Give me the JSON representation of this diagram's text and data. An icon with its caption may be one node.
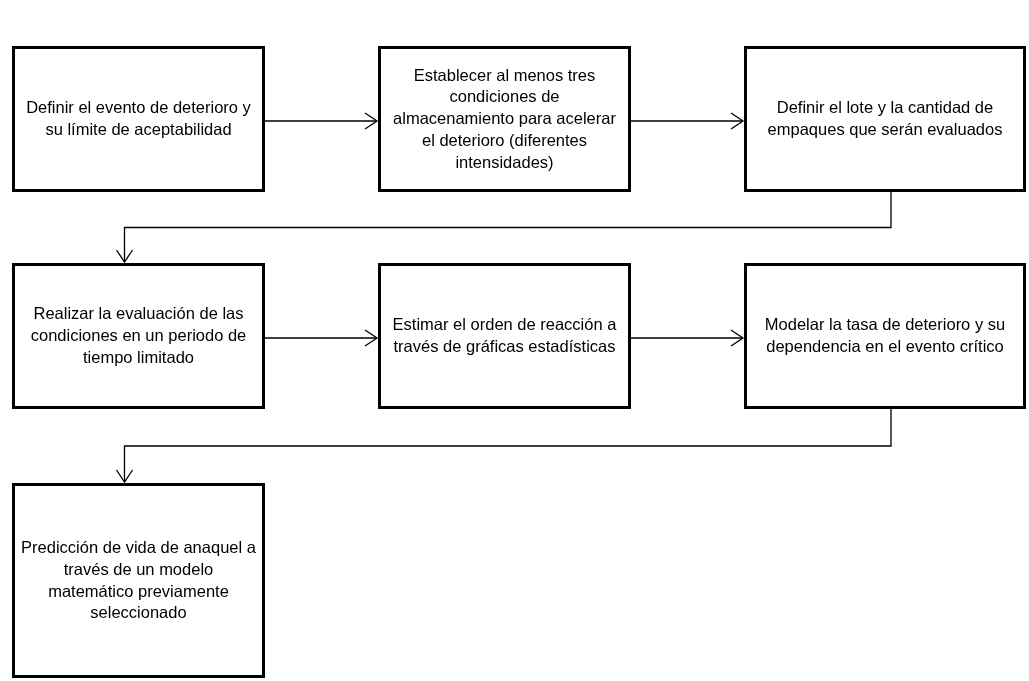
{
  "diagram": {
    "nodes": [
      {
        "text": [
          "Definir el evento de deterioro y su límite de aceptabilidad"
        ]
      },
      {
        "text": [
          "Establecer al menos tres condiciones de almacenamiento para acelerar el deterioro (diferentes intensidades)"
        ]
      },
      {
        "text": [
          "Definir el lote y la cantidad de empaques que serán evaluados"
        ]
      },
      {
        "text": [
          "Realizar la evaluación de las condiciones en un periodo de tiempo limitado"
        ]
      },
      {
        "text": [
          "Estimar el orden de reacción a través de gráficas estadísticas"
        ]
      },
      {
        "text": [
          "Modelar la tasa de deterioro y su dependencia en el evento crítico"
        ]
      },
      {
        "text": [
          "Predicción de vida de anaquel a través de un modelo matemático previamente seleccionado"
        ]
      }
    ],
    "edges": [
      {
        "from": 0,
        "to": 1,
        "arrow": "to"
      },
      {
        "from": 1,
        "to": 2,
        "arrow": "to"
      },
      {
        "from": 2,
        "to": 3,
        "arrow": "to"
      },
      {
        "from": 3,
        "to": 4,
        "arrow": "to"
      },
      {
        "from": 4,
        "to": 5,
        "arrow": "to"
      },
      {
        "from": 5,
        "to": 6,
        "arrow": "to"
      }
    ]
  }
}
